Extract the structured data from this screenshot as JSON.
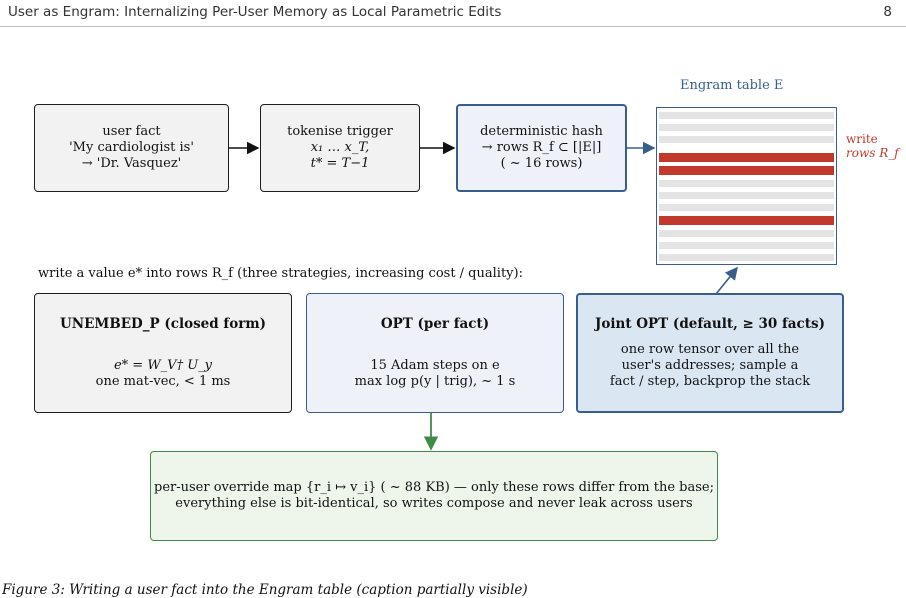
{
  "header": {
    "title": "User as Engram: Internalizing Per-User Memory as Local Parametric Edits",
    "page_number": "8"
  },
  "pipeline": {
    "user_fact": [
      "user fact",
      "'My cardiologist is'",
      "→ 'Dr. Vasquez'"
    ],
    "tokenise": [
      "tokenise trigger",
      "x₁ … x_T,",
      "t* = T−1"
    ],
    "hash": [
      "deterministic hash",
      "→ rows R_f ⊂ [|E|]",
      "( ~ 16 rows)"
    ]
  },
  "engram_table": {
    "title": "Engram table E",
    "write_label": [
      "write",
      "rows R_f"
    ]
  },
  "strategy_intro": "write a value e* into rows R_f (three strategies, increasing cost / quality):",
  "strategies": [
    {
      "title": "UNEMBED_P (closed form)",
      "lines": [
        "e* = W_V† U_y",
        "one mat-vec, < 1 ms"
      ]
    },
    {
      "title": "OPT (per fact)",
      "lines": [
        "15 Adam steps on e",
        "max log p(y | trig), ~ 1 s"
      ]
    },
    {
      "title": "Joint OPT (default, ≥ 30 facts)",
      "lines": [
        "one row tensor over all the",
        "user's addresses; sample a",
        "fact / step, backprop the stack"
      ]
    }
  ],
  "override_map": [
    "per-user override map {r_i ↦ v_i} ( ~ 88 KB) — only these rows differ from the base;",
    "everything else is bit-identical, so writes compose and never leak across users"
  ],
  "caption": "Figure 3: Writing a user fact into the Engram table (caption partially visible)",
  "colors": {
    "blue_border": "#3a5e8c",
    "red_rows": "#c0392b",
    "green_border": "#3f8a45"
  }
}
